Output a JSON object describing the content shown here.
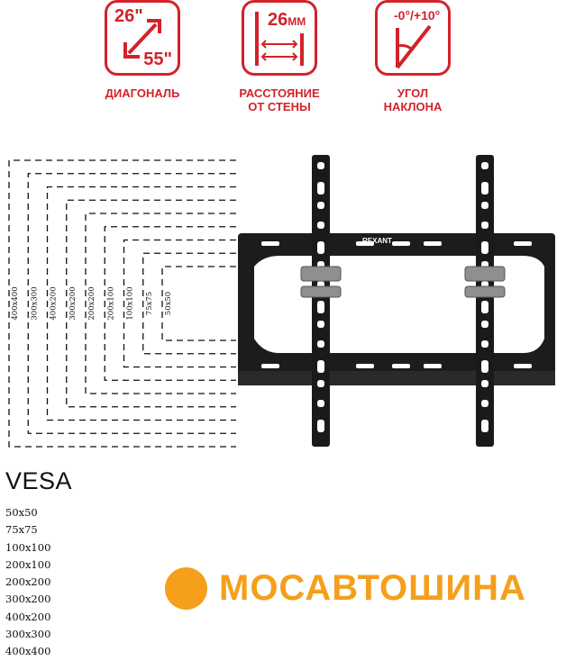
{
  "features": [
    {
      "top": "26\"",
      "bottom": "55\"",
      "caption": [
        "ДИАГОНАЛЬ"
      ],
      "icon": "diagonal-arrows-icon"
    },
    {
      "value": "26",
      "unit": "ММ",
      "caption": [
        "РАССТОЯНИЕ",
        "ОТ СТЕНЫ"
      ],
      "icon": "wall-distance-icon"
    },
    {
      "value": "-0°/+10°",
      "caption": [
        "УГОЛ",
        "НАКЛОНА"
      ],
      "icon": "tilt-angle-icon"
    }
  ],
  "accent_color": "#d2232a",
  "brand_on_bracket": "REXANT",
  "vesa": {
    "title": "VESA",
    "sizes": [
      "50x50",
      "75x75",
      "100x100",
      "200x100",
      "200x200",
      "300x200",
      "400x200",
      "300x300",
      "400x400"
    ],
    "diagram_labels": [
      "400x400",
      "300x300",
      "400x200",
      "300x200",
      "200x200",
      "200x100",
      "100x100",
      "75x75",
      "50x50"
    ]
  },
  "logo": {
    "text": "МОСАВТОШИНА",
    "color": "#f59f1c"
  }
}
